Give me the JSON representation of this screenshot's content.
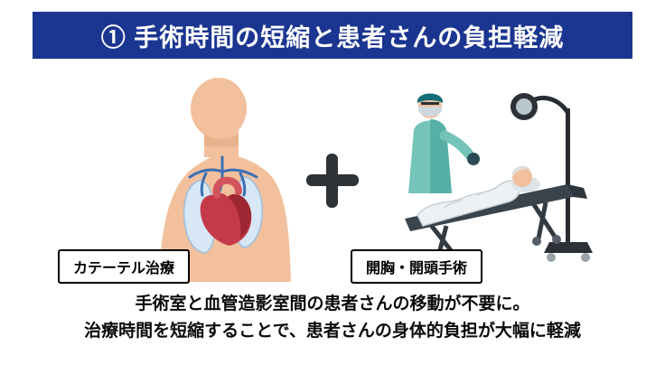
{
  "header": {
    "title": "① 手術時間の短縮と患者さんの負担軽減"
  },
  "comparison": {
    "left": {
      "label": "カテーテル治療",
      "illustration": "torso-with-heart-and-vessels"
    },
    "right": {
      "label": "開胸・開頭手術",
      "illustration": "surgeon-operating-table-lamp"
    },
    "separator_icon": "plus-icon"
  },
  "footer": {
    "line1": "手術室と血管造影室間の患者さんの移動が不要に。",
    "line2": "治療時間を短縮することで、患者さんの身体的負担が大幅に軽減"
  },
  "colors": {
    "banner_bg": "#1b3690",
    "banner_text": "#ffffff",
    "body_text": "#0b0b0b",
    "plus_dark": "#2e3338",
    "skin": "#f2c09c",
    "heart_red": "#c43a48",
    "vessel_blue": "#3a6fb5",
    "lung_blue": "#d7e7f6",
    "scrub_teal": "#74c4ba",
    "cap_teal": "#156e78",
    "table_gray": "#39444d",
    "blanket_white": "#eef1f3"
  }
}
